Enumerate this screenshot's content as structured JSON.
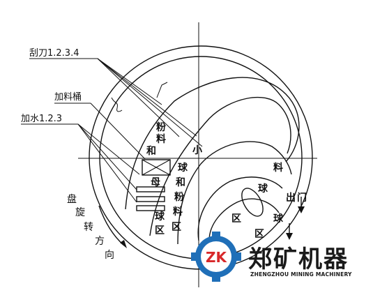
{
  "labels": {
    "scraper": "刮刀1.2.3.4",
    "feed_bucket": "加料桶",
    "water": "加水1.2.3"
  },
  "zones": {
    "powder_and": [
      "粉",
      "料",
      "和"
    ],
    "small": "小",
    "mother": "母",
    "ball_and_powder": [
      "球",
      "和",
      "粉",
      "料",
      "区"
    ],
    "ball_zone": [
      "球",
      "区"
    ],
    "material": "料",
    "ball_2": "球",
    "zone_2": "区",
    "ball_3": "球",
    "zone_3": "区",
    "outlet": "出",
    "outlet_2": "门"
  },
  "rotation": [
    "盘",
    "旋",
    "转",
    "方",
    "向"
  ],
  "brand": {
    "name_cn": "郑矿机器",
    "name_en": "ZHENGZHOU MINING MACHINERY",
    "logo_letters": "ZK",
    "colors": {
      "logo_blue": "#1f6fb8",
      "logo_red": "#d8282a"
    }
  }
}
